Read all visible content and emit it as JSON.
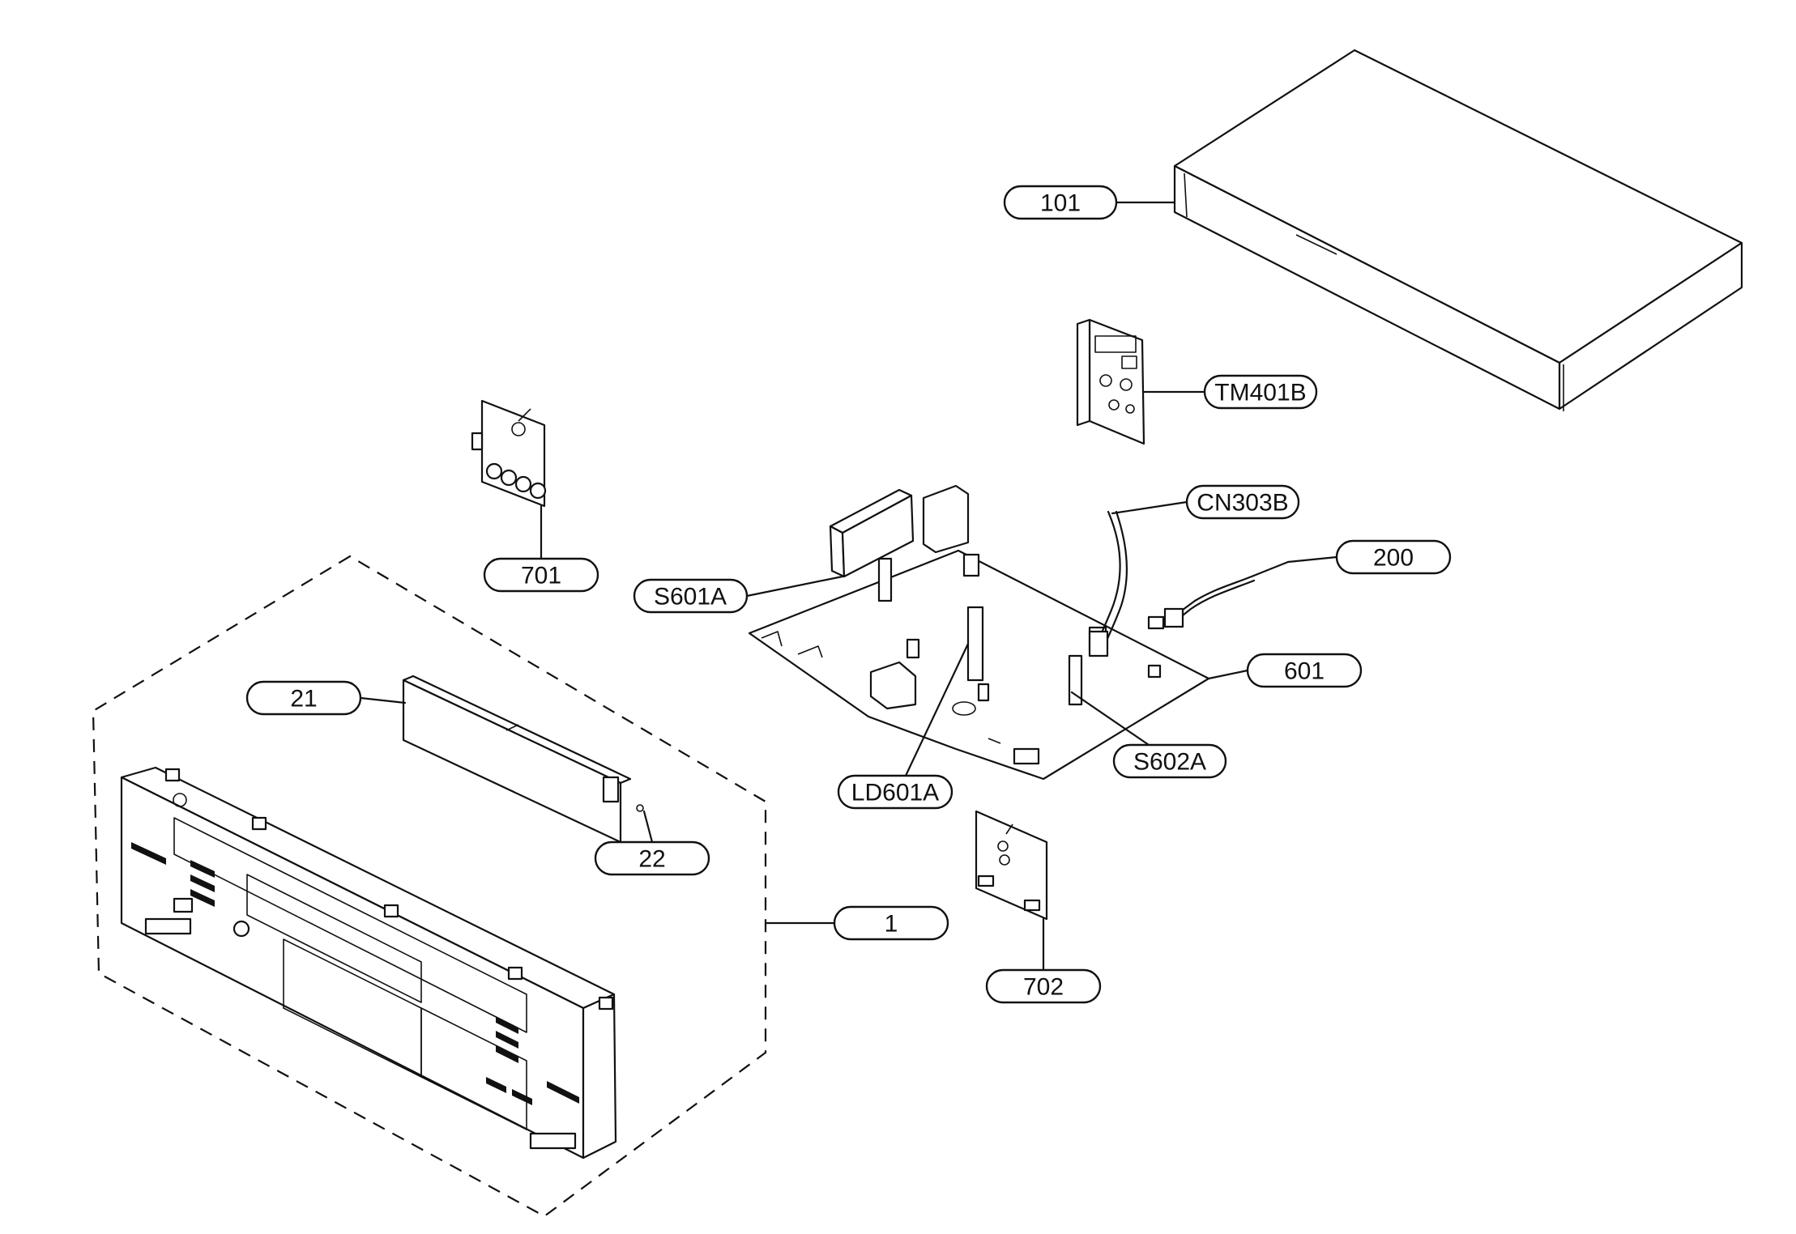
{
  "labels": {
    "part_101": "101",
    "part_tm401b": "TM401B",
    "part_cn303b": "CN303B",
    "part_200": "200",
    "part_601": "601",
    "part_s601a": "S601A",
    "part_s602a": "S602A",
    "part_ld601a": "LD601A",
    "part_701": "701",
    "part_702": "702",
    "part_21": "21",
    "part_22": "22",
    "part_1": "1"
  }
}
